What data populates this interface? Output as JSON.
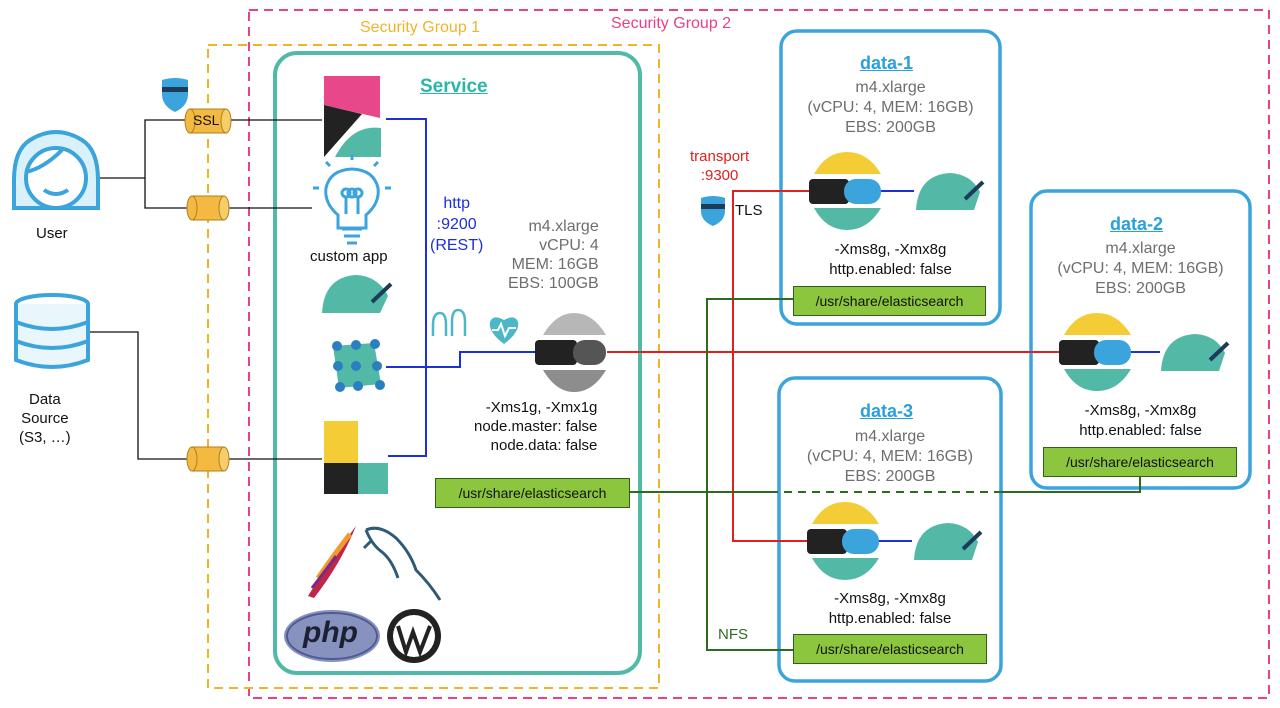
{
  "security_groups": {
    "sg1": {
      "label": "Security Group 1",
      "color": "#f0b429"
    },
    "sg2": {
      "label": "Security Group 2",
      "color": "#e8408a"
    }
  },
  "actors": {
    "user": {
      "label": "User",
      "icon": "user-icon"
    },
    "data_source": {
      "label": "Data\nSource\n(S3, …)",
      "icon": "database-icon"
    }
  },
  "connectors": {
    "ssl": "SSL",
    "tls": "TLS",
    "nfs": "NFS"
  },
  "service": {
    "title": "Service",
    "custom_app": "custom app",
    "http_label": "http\n:9200\n(REST)",
    "spec": "m4.xlarge\nvCPU: 4\nMEM: 16GB\nEBS: 100GB",
    "es_config": "-Xms1g, -Xmx1g\nnode.master: false\nnode.data: false",
    "path": "/usr/share/elasticsearch"
  },
  "transport": {
    "label": "transport\n:9300"
  },
  "data_nodes": [
    {
      "id": "data-1",
      "title": "data-1",
      "spec": "m4.xlarge\n(vCPU: 4, MEM: 16GB)\nEBS: 200GB",
      "config": "-Xms8g, -Xmx8g\nhttp.enabled: false",
      "path": "/usr/share/elasticsearch"
    },
    {
      "id": "data-2",
      "title": "data-2",
      "spec": "m4.xlarge\n(vCPU: 4, MEM: 16GB)\nEBS: 200GB",
      "config": "-Xms8g, -Xmx8g\nhttp.enabled: false",
      "path": "/usr/share/elasticsearch"
    },
    {
      "id": "data-3",
      "title": "data-3",
      "spec": "m4.xlarge\n(vCPU: 4, MEM: 16GB)\nEBS: 200GB",
      "config": "-Xms8g, -Xmx8g\nhttp.enabled: false",
      "path": "/usr/share/elasticsearch"
    }
  ],
  "logos": {
    "php": "php"
  },
  "colors": {
    "teal": "#52b9a6",
    "node_border": "#3ba4dc",
    "http_line": "#1d2fd6",
    "transport_line": "#e02020",
    "nfs_line": "#2f6b1e",
    "cylinder": "#f4b942",
    "path_bg": "#8cc63f"
  }
}
